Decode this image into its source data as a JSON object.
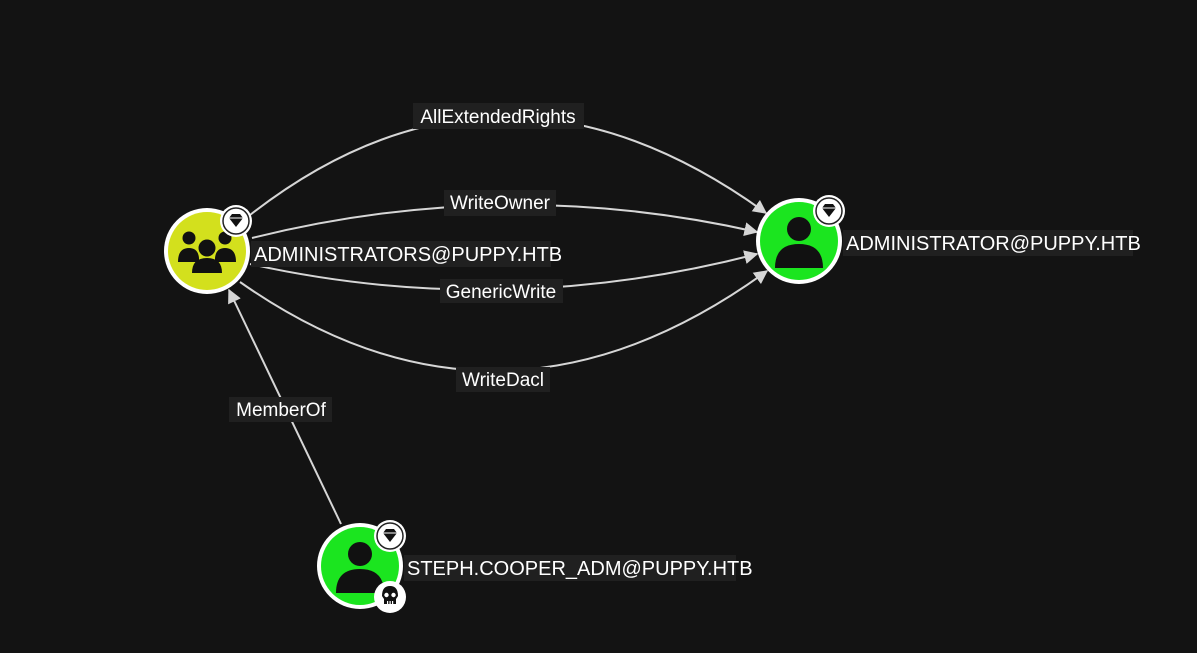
{
  "nodes": {
    "admins_group": {
      "label": "ADMINISTRATORS@PUPPY.HTB",
      "kind": "group",
      "color": "#d3e01d",
      "badges": [
        "diamond-icon"
      ]
    },
    "administrator": {
      "label": "ADMINISTRATOR@PUPPY.HTB",
      "kind": "user",
      "color": "#1be51f",
      "badges": [
        "diamond-icon"
      ]
    },
    "steph": {
      "label": "STEPH.COOPER_ADM@PUPPY.HTB",
      "kind": "user",
      "color": "#1be51f",
      "badges": [
        "diamond-icon",
        "skull-icon"
      ]
    }
  },
  "edges": {
    "all_extended_rights": {
      "label": "AllExtendedRights",
      "from": "ADMINISTRATORS@PUPPY.HTB",
      "to": "ADMINISTRATOR@PUPPY.HTB"
    },
    "write_owner": {
      "label": "WriteOwner",
      "from": "ADMINISTRATORS@PUPPY.HTB",
      "to": "ADMINISTRATOR@PUPPY.HTB"
    },
    "generic_write": {
      "label": "GenericWrite",
      "from": "ADMINISTRATORS@PUPPY.HTB",
      "to": "ADMINISTRATOR@PUPPY.HTB"
    },
    "write_dacl": {
      "label": "WriteDacl",
      "from": "ADMINISTRATORS@PUPPY.HTB",
      "to": "ADMINISTRATOR@PUPPY.HTB"
    },
    "member_of": {
      "label": "MemberOf",
      "from": "STEPH.COOPER_ADM@PUPPY.HTB",
      "to": "ADMINISTRATORS@PUPPY.HTB"
    }
  },
  "colors": {
    "background": "#131313",
    "edge": "#d6d6d6",
    "group_node": "#d3e01d",
    "user_node": "#1be51f"
  }
}
